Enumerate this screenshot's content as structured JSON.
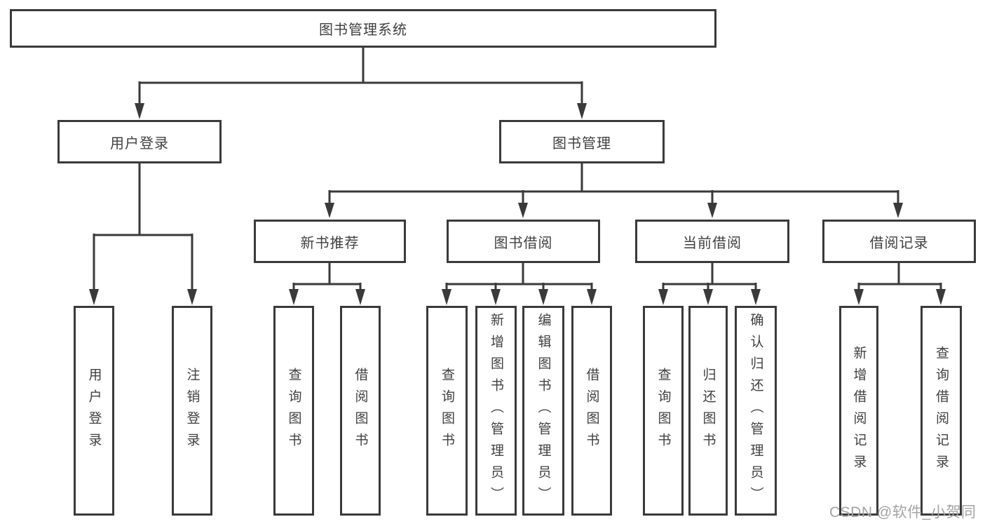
{
  "diagram": {
    "title": "图书管理系统",
    "type": "hierarchy-tree",
    "colors": {
      "line": "#3a3a3a",
      "box_border": "#3a3a3a",
      "box_bg": "#ffffff",
      "text": "#404040",
      "watermark_text": "#a3a3a3"
    },
    "nodes": {
      "root": "图书管理系统",
      "level2": [
        "用户登录",
        "图书管理"
      ],
      "level3": [
        "新书推荐",
        "图书借阅",
        "当前借阅",
        "借阅记录"
      ],
      "leaves": {
        "user_login": [
          "用户登录",
          "注销登录"
        ],
        "new_book": [
          "查询图书",
          "借阅图书"
        ],
        "book_borrow": [
          "查询图书",
          "新增图书（管理员）",
          "编辑图书（管理员）",
          "借阅图书"
        ],
        "current_borrow": [
          "查询图书",
          "归还图书",
          "确认归还（管理员）"
        ],
        "borrow_record": [
          "新增借阅记录",
          "查询借阅记录"
        ]
      }
    },
    "edges": [
      {
        "from": "图书管理系统",
        "to": [
          "用户登录",
          "图书管理"
        ]
      },
      {
        "from": "用户登录",
        "to": [
          "用户登录",
          "注销登录"
        ]
      },
      {
        "from": "图书管理",
        "to": [
          "新书推荐",
          "图书借阅",
          "当前借阅",
          "借阅记录"
        ]
      },
      {
        "from": "新书推荐",
        "to": [
          "查询图书",
          "借阅图书"
        ]
      },
      {
        "from": "图书借阅",
        "to": [
          "查询图书",
          "新增图书（管理员）",
          "编辑图书（管理员）",
          "借阅图书"
        ]
      },
      {
        "from": "当前借阅",
        "to": [
          "查询图书",
          "归还图书",
          "确认归还（管理员）"
        ]
      },
      {
        "from": "借阅记录",
        "to": [
          "新增借阅记录",
          "查询借阅记录"
        ]
      }
    ],
    "watermark": "CSDN @软件_小贺同学"
  }
}
